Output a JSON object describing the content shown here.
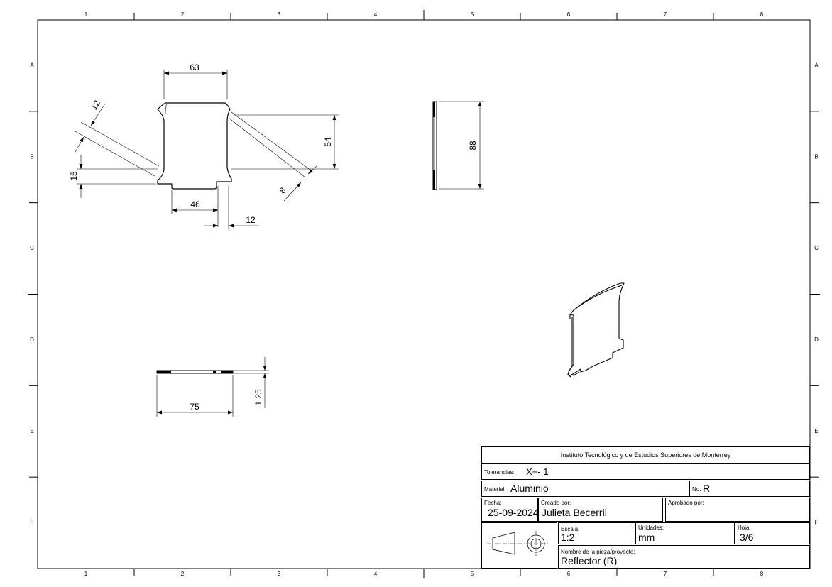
{
  "sheet": {
    "columns": [
      "1",
      "2",
      "3",
      "4",
      "5",
      "6",
      "7",
      "8"
    ],
    "rows": [
      "A",
      "B",
      "C",
      "D",
      "E",
      "F"
    ]
  },
  "views": {
    "front": {
      "dims": {
        "top_width": "63",
        "right_height": "54",
        "bottom_width": "46",
        "tab": "12",
        "left_height": "15",
        "chamfer_left": "12",
        "chamfer_right": "8"
      }
    },
    "side": {
      "dims": {
        "height": "88"
      }
    },
    "bottom": {
      "dims": {
        "width": "75",
        "thickness": "1.25"
      }
    }
  },
  "title_block": {
    "institution": "Instituto Tecnológico y de Estudios Superiores de Monterrey",
    "tolerancias_label": "Tolerancias:",
    "tolerancias_value": "X+- 1",
    "material_label": "Material:",
    "material_value": "Aluminio",
    "no_label": "No.",
    "no_value": "R",
    "fecha_label": "Fecha:",
    "fecha_value": "25-09-2024",
    "creado_label": "Creado por:",
    "creado_value": "Julieta Becerril",
    "aprobado_label": "Aprobado por:",
    "aprobado_value": "",
    "escala_label": "Escala:",
    "escala_value": "1:2",
    "unidades_label": "Unidades:",
    "unidades_value": "mm",
    "hoja_label": "Hoja:",
    "hoja_value": "3/6",
    "nombre_label": "Nombre de la pieza/proyecto:",
    "nombre_value": "Reflector (R)"
  }
}
